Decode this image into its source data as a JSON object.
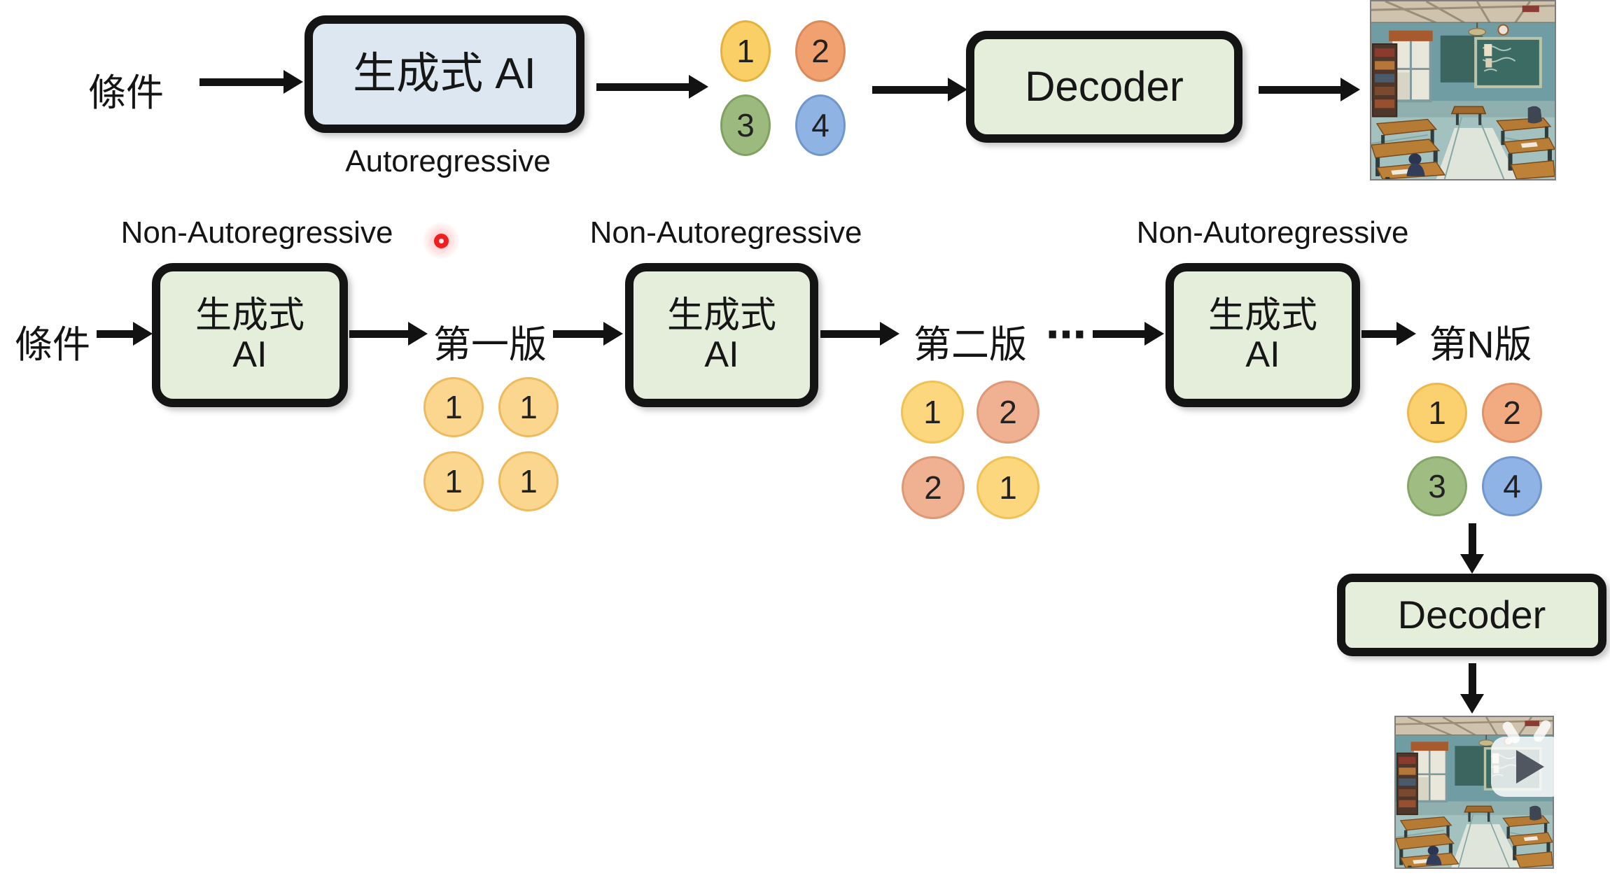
{
  "top": {
    "condition": "條件",
    "gen_ai": "生成式 AI",
    "caption": "Autoregressive",
    "decoder": "Decoder",
    "tokens": [
      {
        "n": "1",
        "fill": "#f9cf66",
        "stroke": "#e4b23e"
      },
      {
        "n": "2",
        "fill": "#f1a06f",
        "stroke": "#d98a58"
      },
      {
        "n": "3",
        "fill": "#9cba7e",
        "stroke": "#7fa261"
      },
      {
        "n": "4",
        "fill": "#8fb3e3",
        "stroke": "#6f97cc"
      }
    ]
  },
  "bottom": {
    "condition": "條件",
    "caption1": "Non-Autoregressive",
    "caption2": "Non-Autoregressive",
    "caption3": "Non-Autoregressive",
    "gen_ai_line1": "生成式",
    "gen_ai_line2": "AI",
    "v1_label": "第一版",
    "v2_label": "第二版",
    "vN_label": "第N版",
    "ellipsis": "⋯",
    "decoder": "Decoder",
    "v1_tokens": [
      {
        "n": "1",
        "fill": "#fbd68e",
        "stroke": "#eeba5e"
      },
      {
        "n": "1",
        "fill": "#fbd68e",
        "stroke": "#eeba5e"
      },
      {
        "n": "1",
        "fill": "#fbd68e",
        "stroke": "#eeba5e"
      },
      {
        "n": "1",
        "fill": "#fbd68e",
        "stroke": "#eeba5e"
      }
    ],
    "v2_tokens": [
      {
        "n": "1",
        "fill": "#fcd77e",
        "stroke": "#f0c254"
      },
      {
        "n": "2",
        "fill": "#f0b092",
        "stroke": "#dd9876"
      },
      {
        "n": "2",
        "fill": "#f0b092",
        "stroke": "#dd9876"
      },
      {
        "n": "1",
        "fill": "#fcd77e",
        "stroke": "#f0c254"
      }
    ],
    "vN_tokens": [
      {
        "n": "1",
        "fill": "#fbd170",
        "stroke": "#ecb84e"
      },
      {
        "n": "2",
        "fill": "#f2aa80",
        "stroke": "#de9268"
      },
      {
        "n": "3",
        "fill": "#9fbc82",
        "stroke": "#84a768"
      },
      {
        "n": "4",
        "fill": "#90b3e6",
        "stroke": "#7297cf"
      }
    ]
  },
  "colors": {
    "box_blue": "#dce7f2",
    "box_green": "#e4eedb",
    "box_border": "#141414",
    "arrow": "#121212",
    "laser_red": "#ee1f1f"
  }
}
